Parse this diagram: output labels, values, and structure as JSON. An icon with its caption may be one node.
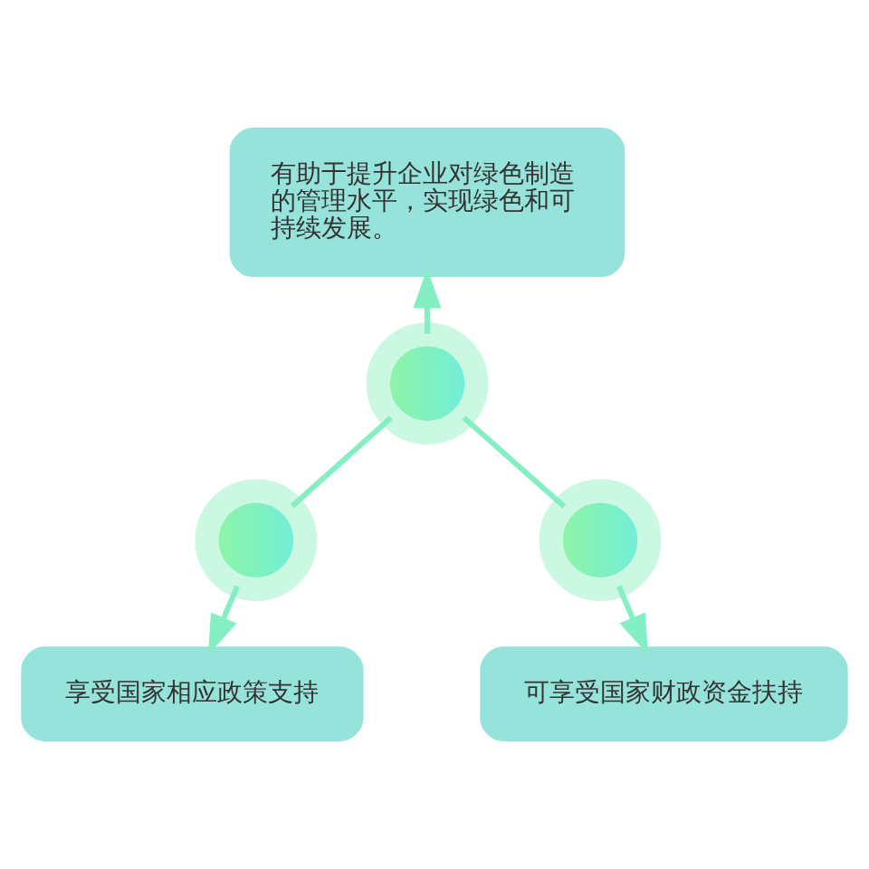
{
  "diagram": {
    "nodes": [
      {
        "text": [
          "有助于提升企业对绿色制造的管理水平，实现绿色和可持续发展。"
        ]
      },
      {
        "text": [],
        "shape": "circle"
      },
      {
        "text": [],
        "shape": "circle"
      },
      {
        "text": [],
        "shape": "circle"
      },
      {
        "text": [
          "享受国家相应政策支持"
        ]
      },
      {
        "text": [
          "可享受国家财政资金扶持"
        ]
      }
    ],
    "edges": [
      {
        "from": 1,
        "to": 2,
        "arrow": "none"
      },
      {
        "from": 2,
        "to": 3,
        "arrow": "none"
      },
      {
        "from": 2,
        "to": 0,
        "arrow": "to"
      },
      {
        "from": 1,
        "to": 4,
        "arrow": "to"
      },
      {
        "from": 3,
        "to": 5,
        "arrow": "to"
      }
    ]
  }
}
